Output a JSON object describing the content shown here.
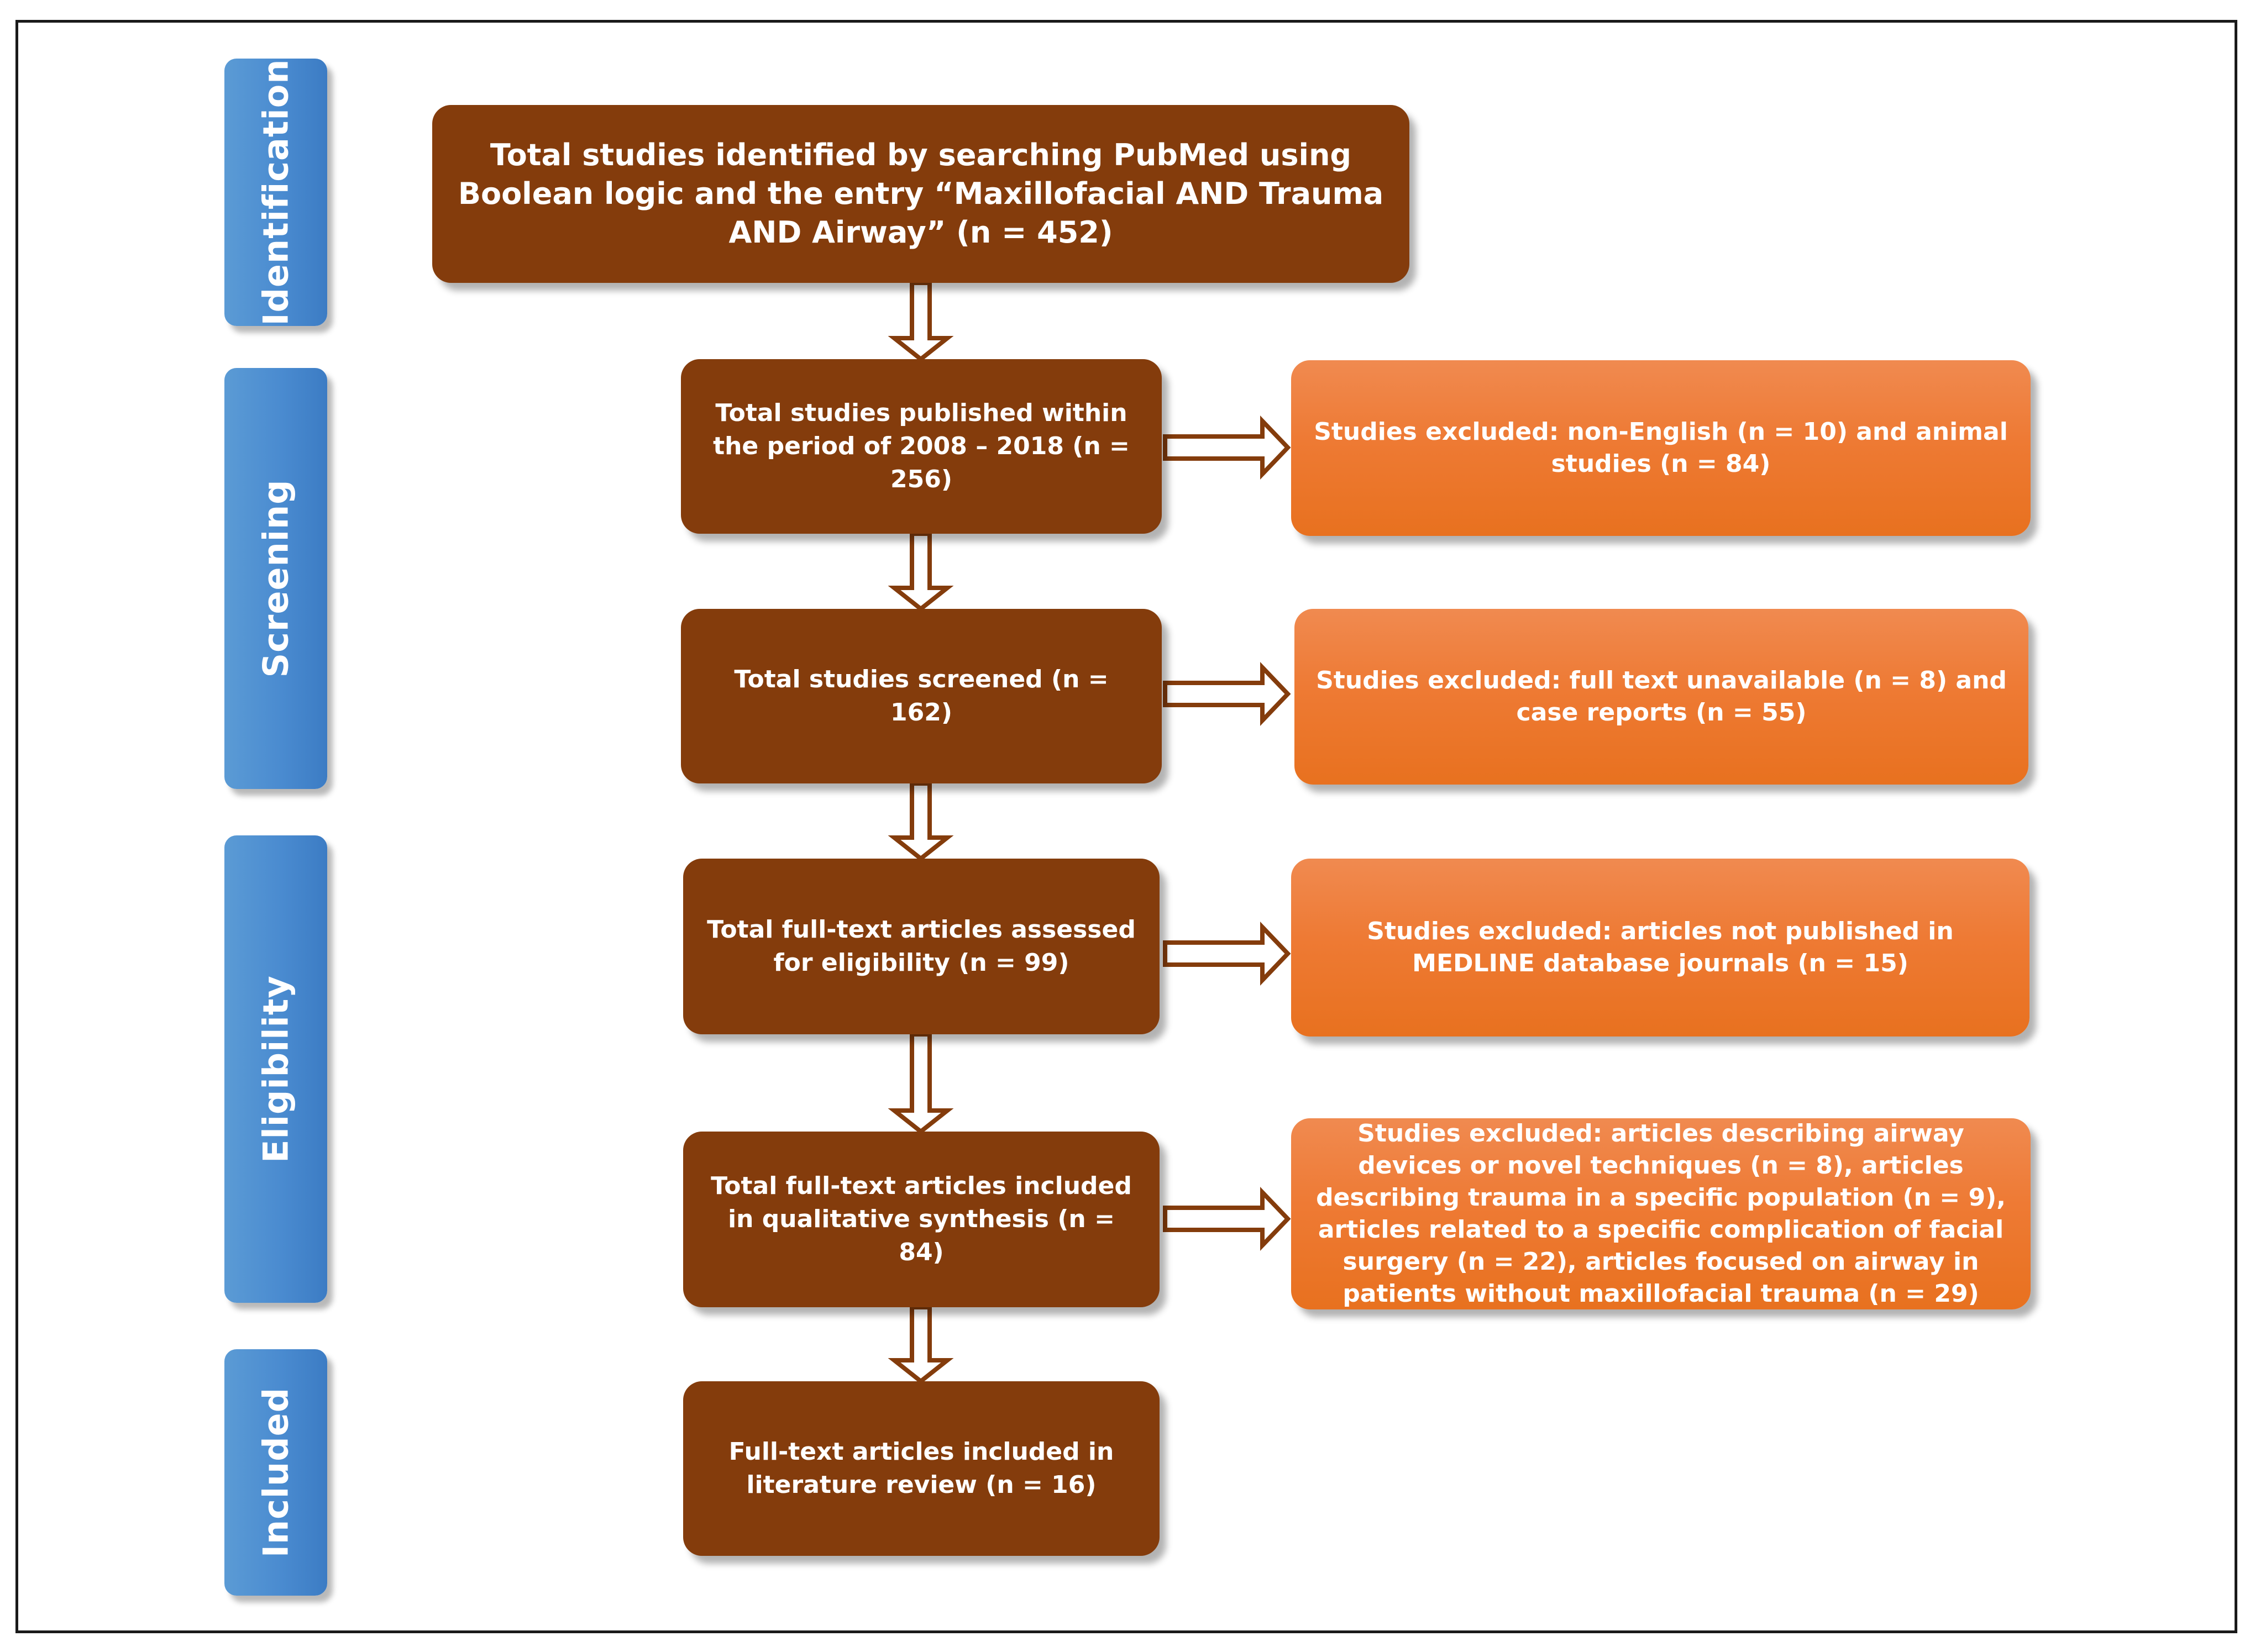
{
  "phases": {
    "identification": "Identification",
    "screening": "Screening",
    "eligibility": "Eligibility",
    "included": "Included"
  },
  "flow": {
    "identified": "Total studies identified by searching PubMed using Boolean logic and the entry “Maxillofacial AND Trauma AND Airway” (n = 452)",
    "published": "Total studies published within the period of 2008 – 2018 (n = 256)",
    "screened": "Total studies screened (n = 162)",
    "assessed": "Total full-text articles assessed for eligibility (n = 99)",
    "synthesis": "Total full-text articles included in qualitative synthesis (n = 84)",
    "review": "Full-text articles included in literature review (n = 16)"
  },
  "exclusions": {
    "language_animal": "Studies excluded: non-English (n = 10) and animal studies (n = 84)",
    "fulltext_case": "Studies excluded: full text unavailable (n = 8) and case reports (n = 55)",
    "medline": "Studies excluded: articles not published in MEDLINE database journals (n = 15)",
    "scope": "Studies excluded: articles describing airway devices or novel techniques (n = 8), articles describing trauma in a specific population (n = 9), articles related to a specific complication of facial surgery (n = 22), articles focused on airway in patients without maxillofacial trauma (n = 29)"
  },
  "colors": {
    "phase_blue": "#4a8bd0",
    "flow_brown": "#843c0c",
    "exclusion_orange": "#ee7a34"
  }
}
